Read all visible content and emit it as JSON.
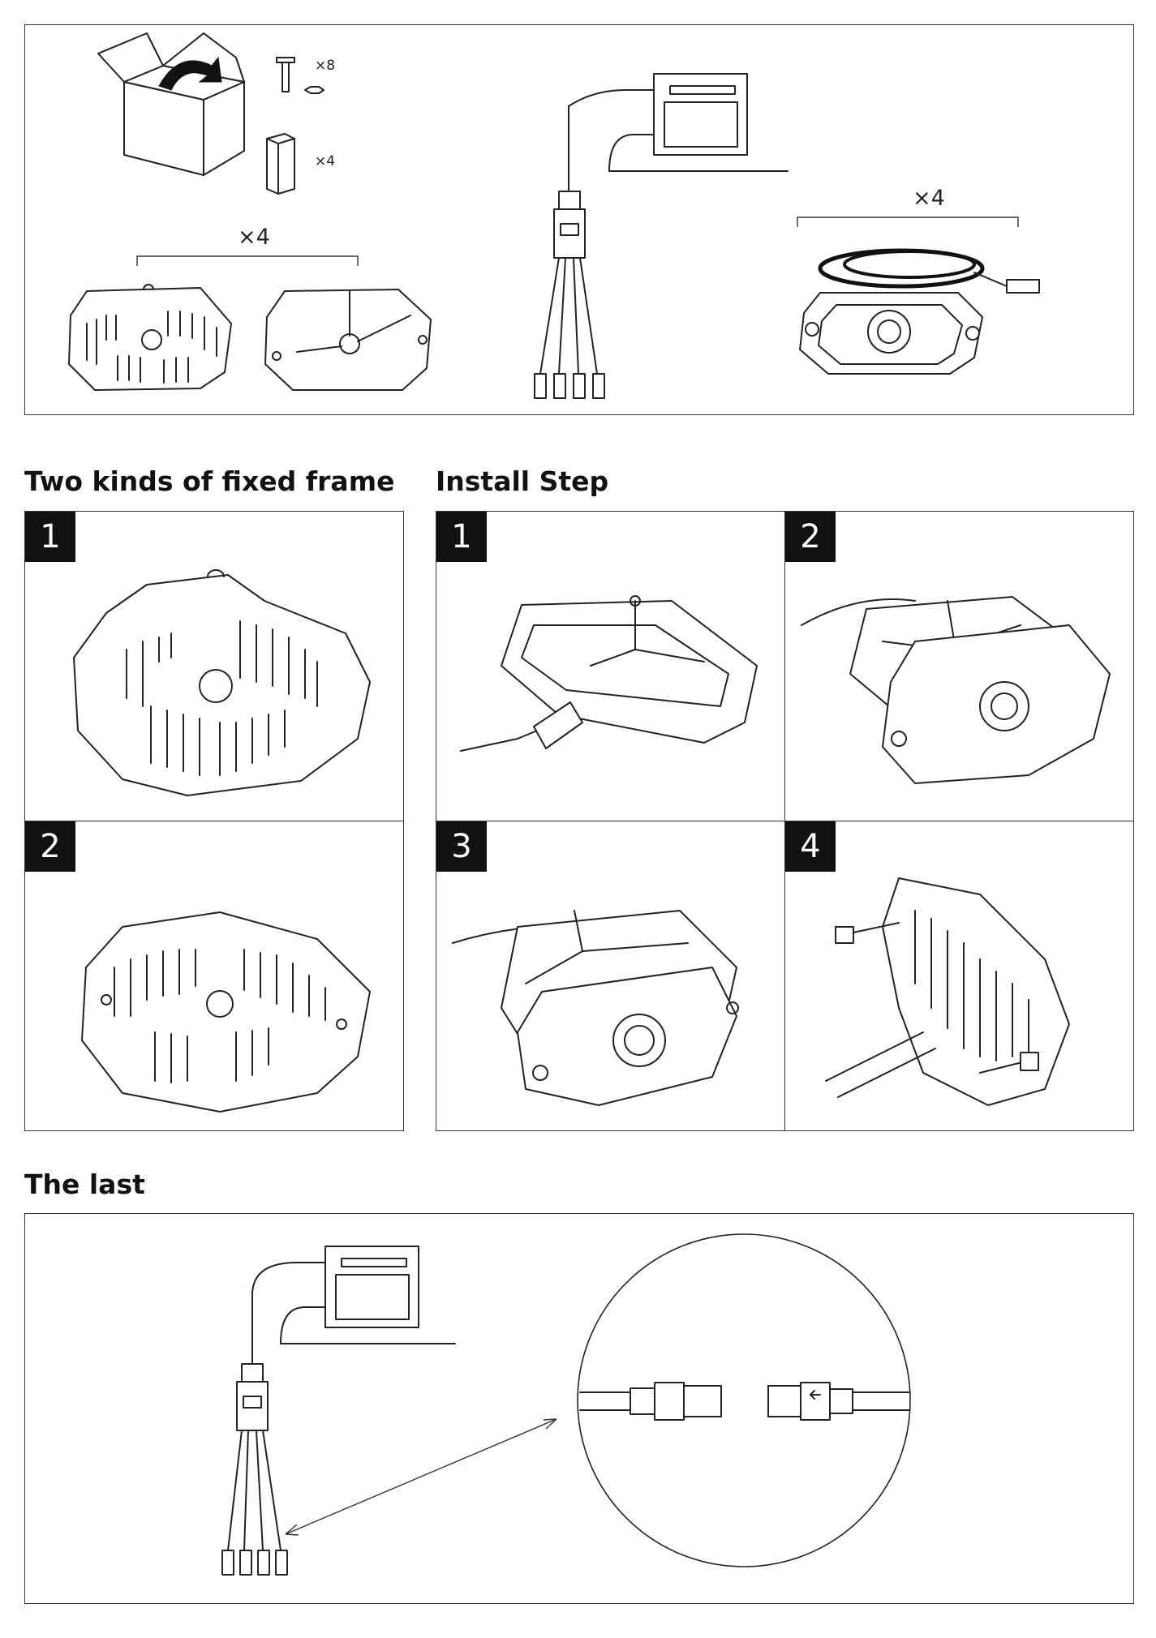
{
  "parts_panel": {
    "bolt_qty": "×8",
    "block_qty": "×4",
    "frame_qty": "×4",
    "light_qty": "×4"
  },
  "frames_section": {
    "title": "Two kinds of fixed frame",
    "steps": [
      "1",
      "2"
    ]
  },
  "install_section": {
    "title": "Install Step",
    "steps": [
      "1",
      "2",
      "3",
      "4"
    ]
  },
  "last_section": {
    "title": "The last"
  }
}
